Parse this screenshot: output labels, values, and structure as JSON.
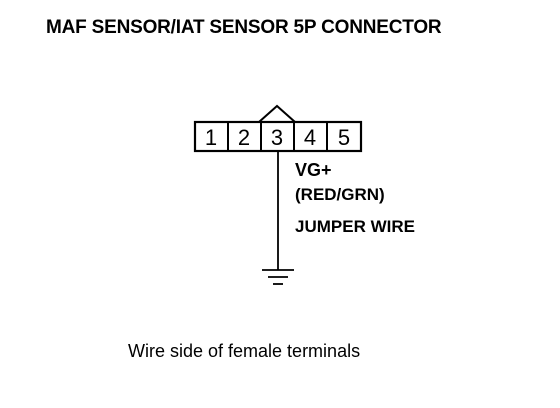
{
  "title": "MAF SENSOR/IAT SENSOR 5P CONNECTOR",
  "connector": {
    "pins": [
      "1",
      "2",
      "3",
      "4",
      "5"
    ],
    "key_pin": "3"
  },
  "wire": {
    "signal": "VG+",
    "color": "(RED/GRN)",
    "note": "JUMPER WIRE"
  },
  "caption": "Wire side of female terminals"
}
